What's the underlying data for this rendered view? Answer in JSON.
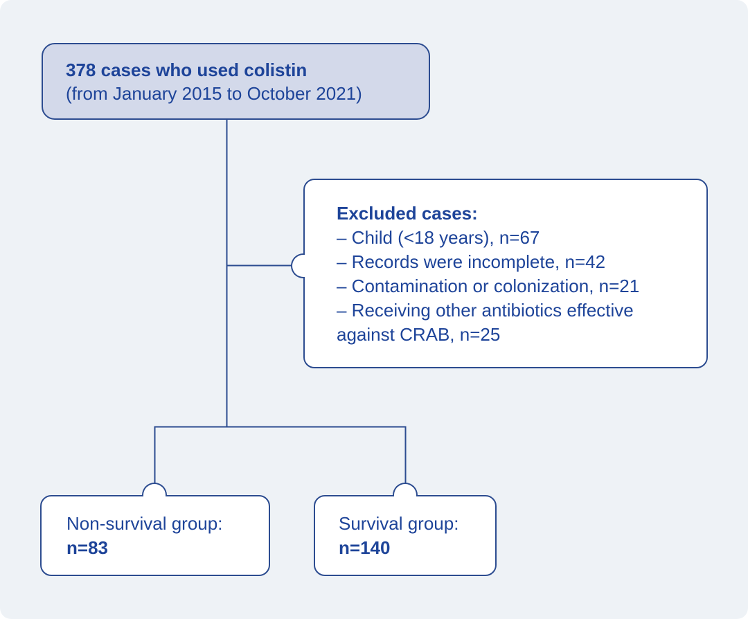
{
  "colors": {
    "canvas_background": "#eef2f6",
    "line_and_border": "#2c4c90",
    "text": "#1e4499",
    "top_box_fill": "#d3d9ea",
    "white_box_fill": "#ffffff"
  },
  "flowchart": {
    "top_box": {
      "title": "378 cases who used colistin",
      "subtitle": "(from January 2015 to October 2021)"
    },
    "excluded_box": {
      "title": "Excluded cases:",
      "items": [
        "– Child (<18 years), n=67",
        "– Records were incomplete, n=42",
        "– Contamination or colonization, n=21",
        "– Receiving other antibiotics effective against CRAB, n=25"
      ]
    },
    "non_survival_box": {
      "label": "Non-survival group:",
      "count": "n=83"
    },
    "survival_box": {
      "label": "Survival group:",
      "count": "n=140"
    }
  }
}
